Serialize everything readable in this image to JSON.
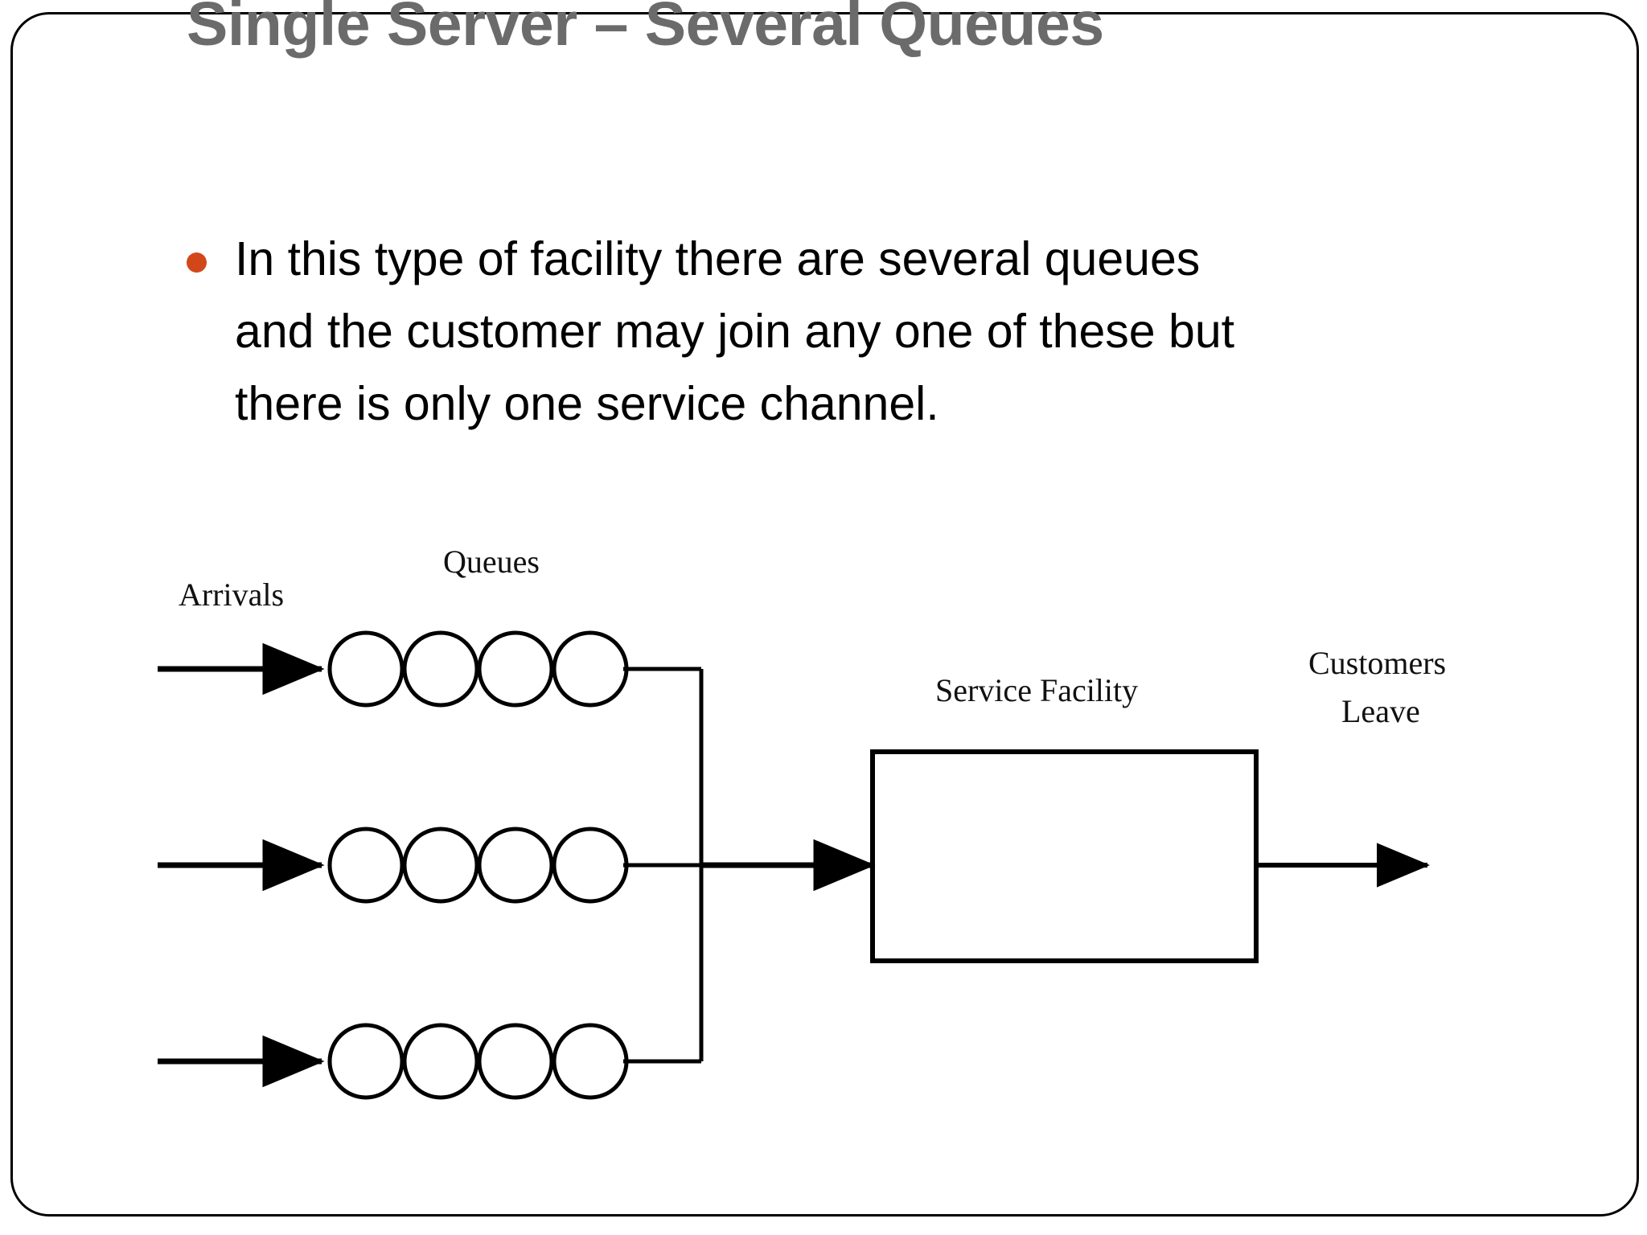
{
  "slide": {
    "title": "Single Server – Several Queues",
    "title_color": "#6b6b6b",
    "border_color": "#000000",
    "background": "#ffffff"
  },
  "bullet": {
    "marker_color": "#d2471a",
    "line1": "In this type of facility there are several queues",
    "line2": "and the customer may join any one of these but",
    "line3": "there is only one service channel.",
    "full_text": "In this type of facility there are several queues and the customer may join any one of these but there is only one service channel."
  },
  "diagram": {
    "labels": {
      "arrivals": "Arrivals",
      "queues": "Queues",
      "service_facility": "Service Facility",
      "customers_leave_line1": "Customers",
      "customers_leave_line2": "Leave"
    },
    "queue_rows": 3,
    "customers_per_queue": 4,
    "stroke_color": "#000000"
  }
}
